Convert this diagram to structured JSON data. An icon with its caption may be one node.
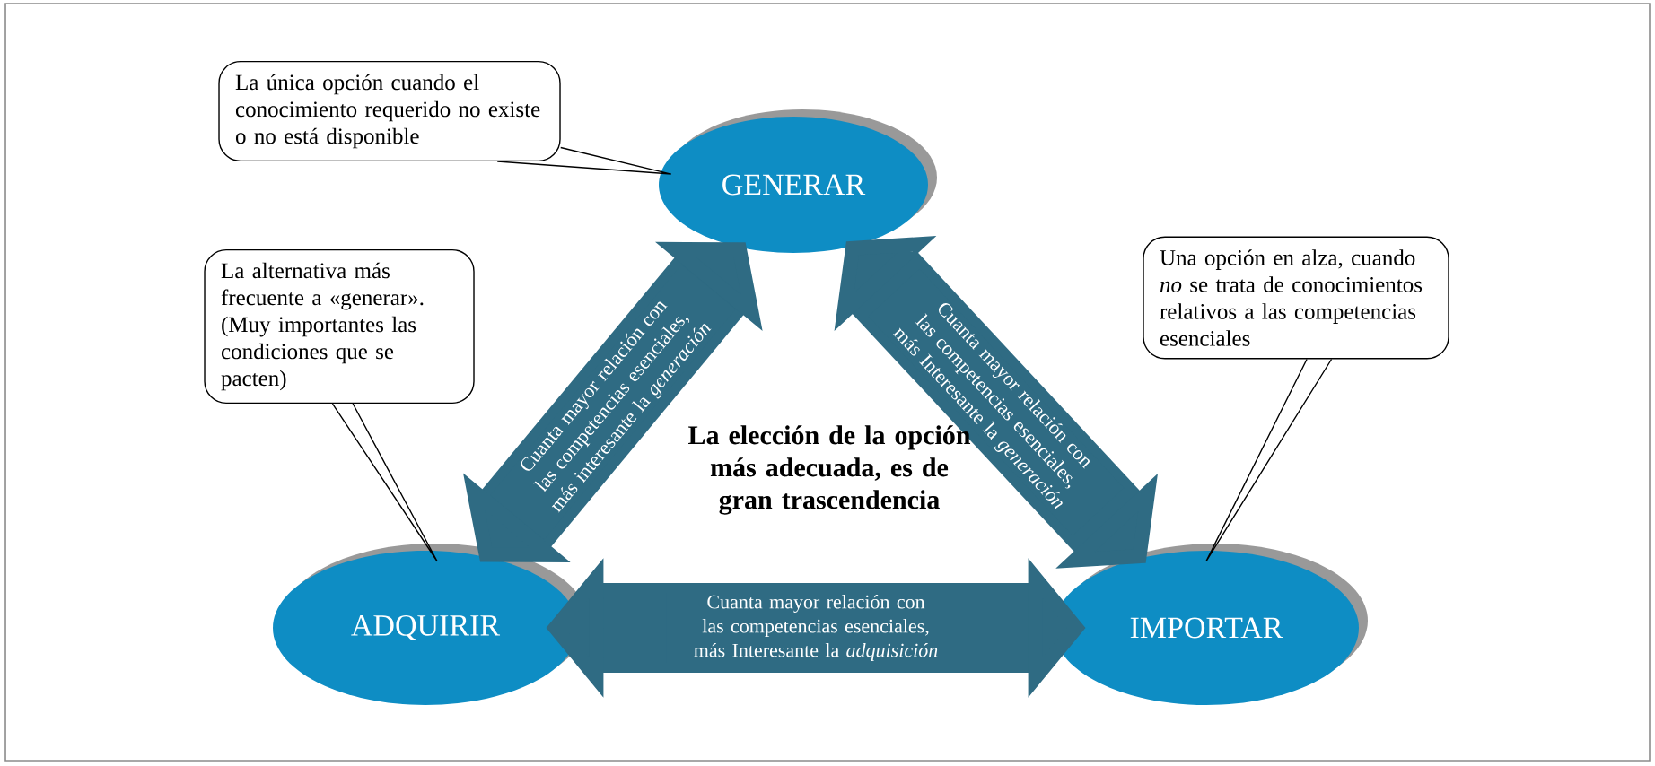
{
  "diagram": {
    "nodes": [
      {
        "text": [
          "La única opción cuando el conocimiento requerido no existe o no está disponible"
        ]
      },
      {
        "text": [
          "GENERAR"
        ]
      },
      {
        "text": [
          "La alternativa más frecuente a «generar». (Muy importantes las condiciones que se pacten)"
        ]
      },
      {
        "text": [
          "Una opción en alza, cuando *no* se trata de conocimientos relativos a las competencias esenciales"
        ]
      },
      {
        "text": [
          "ADQUIRIR"
        ]
      },
      {
        "text": [
          "IMPORTAR"
        ]
      }
    ],
    "edges": [
      {
        "from": 0,
        "to": 1,
        "arrow": "none"
      },
      {
        "from": 2,
        "to": 4,
        "arrow": "none"
      },
      {
        "from": 3,
        "to": 5,
        "arrow": "none"
      },
      {
        "from": 4,
        "to": 1,
        "arrow": "both",
        "label": "Cuanta mayor relación con las competencias esenciales, más interesante la *generación*",
        "style": "thick",
        "color": "#2f6b83"
      },
      {
        "from": 1,
        "to": 5,
        "arrow": "both",
        "label": "Cuanta mayor relación con las competencias esenciales, más Interesante la *generación*",
        "style": "thick",
        "color": "#2f6b83"
      },
      {
        "from": 4,
        "to": 5,
        "arrow": "both",
        "label": "Cuanta mayor relación con las competencias esenciales, más Interesante la *adquisición*",
        "style": "thick",
        "color": "#2f6b83"
      }
    ],
    "labels": [
      "La elección de la opción más adecuada, es de gran trascendencia"
    ]
  }
}
